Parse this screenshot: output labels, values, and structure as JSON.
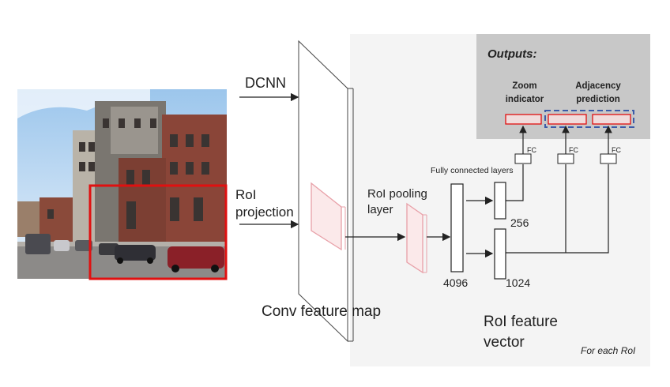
{
  "labels": {
    "outputs": "Outputs:",
    "zoom_indicator_1": "Zoom",
    "zoom_indicator_2": "indicator",
    "adjacency_1": "Adjacency",
    "adjacency_2": "prediction",
    "dcnn": "DCNN",
    "roi_projection_1": "RoI",
    "roi_projection_2": "projection",
    "roi_pooling_1": "RoI pooling",
    "roi_pooling_2": "layer",
    "fully_connected": "Fully connected layers",
    "fc": "FC",
    "n256": "256",
    "n4096": "4096",
    "n1024": "1024",
    "conv_feature_map": "Conv feature map",
    "roi_feature_vector_1": "RoI feature",
    "roi_feature_vector_2": "vector",
    "for_each_roi": "For each RoI"
  },
  "colors": {
    "panel": "#f4f4f4",
    "outputs_box": "#c8c8c8",
    "roi_red": "#e01010",
    "pink": "#e8a0a8",
    "blue_dash": "#3b5ba8"
  }
}
